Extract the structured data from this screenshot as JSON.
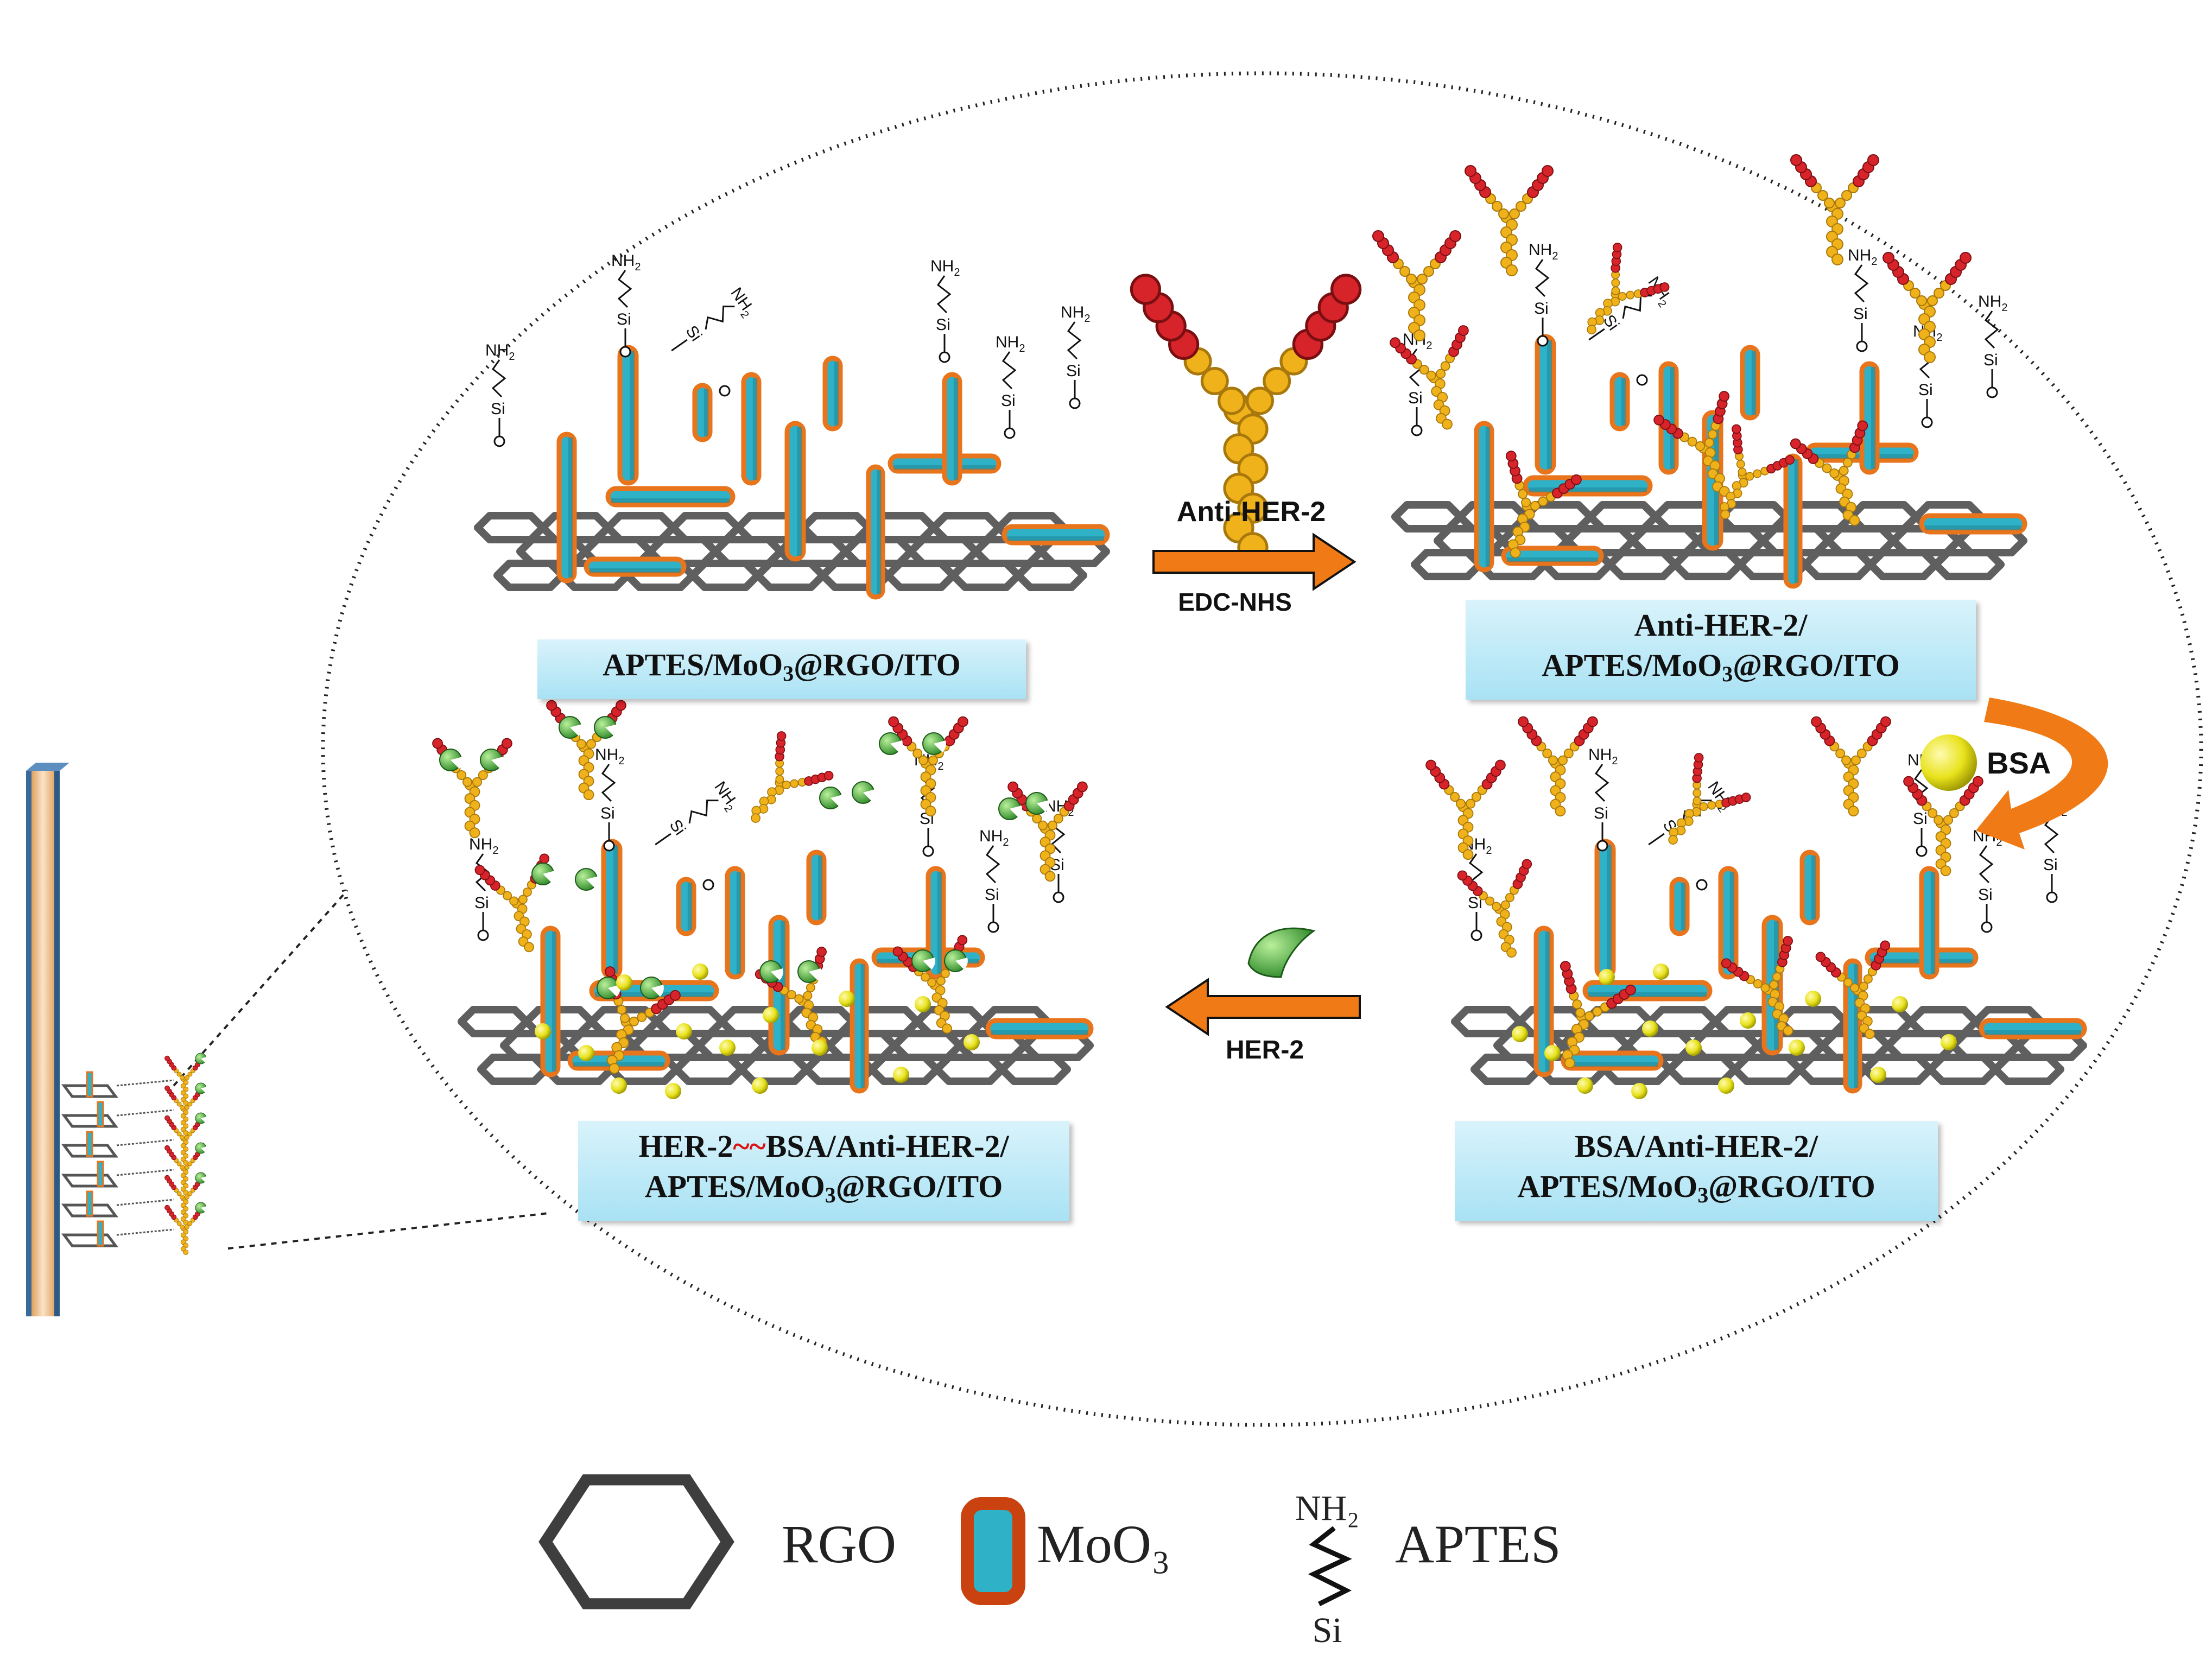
{
  "labels": {
    "step1": {
      "line2_pre": "APTES/MoO",
      "line2_sub": "3",
      "line2_post": "@RGO/ITO"
    },
    "step2": {
      "line1": "Anti-HER-2/",
      "line2_pre": "APTES/MoO",
      "line2_sub": "3",
      "line2_post": "@RGO/ITO"
    },
    "step3": {
      "line1": "BSA/Anti-HER-2/",
      "line2_pre": "APTES/MoO",
      "line2_sub": "3",
      "line2_post": "@RGO/ITO"
    },
    "step4": {
      "line1_a": "HER-2",
      "line1_wave": "~~",
      "line1_b": "BSA/Anti-HER-2/",
      "line2_pre": "APTES/MoO",
      "line2_sub": "3",
      "line2_post": "@RGO/ITO"
    }
  },
  "arrows": {
    "a1_top": "Anti-HER-2",
    "a1_bottom": "EDC-NHS",
    "a2": "BSA",
    "a3": "HER-2"
  },
  "chem": {
    "nh2_n": "NH",
    "nh2_sub": "2",
    "si": "Si",
    "o": "O"
  },
  "legend": {
    "rgo": "RGO",
    "moo3": "MoO₃",
    "aptes_top": "NH₂",
    "aptes_bottom": "Si",
    "aptes": "APTES"
  },
  "colors": {
    "rgo": "#5f5f5f",
    "moo3_outer": "#e8741c",
    "moo3_inner": "#2fb2c8",
    "antibody_fab": "#d7232a",
    "antibody_fc": "#f0b21a",
    "bsa": "#e6e21a",
    "her2": "#3d9b2f",
    "arrow": "#f07b16",
    "label_bg": "#bfe9f6"
  }
}
